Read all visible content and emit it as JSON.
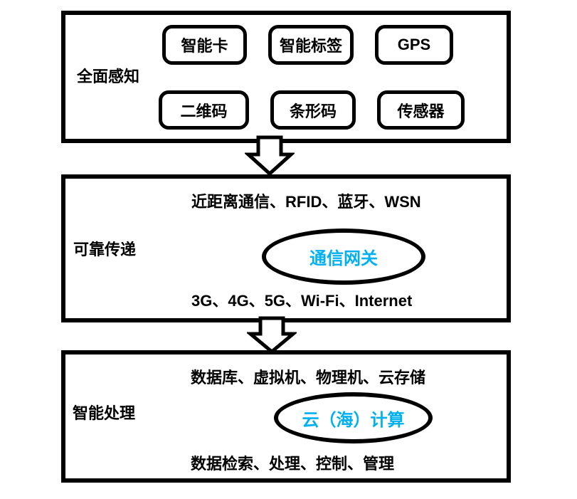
{
  "colors": {
    "accent_text": "#00B0F0",
    "line": "#000000",
    "background": "#FFFFFF"
  },
  "layers": [
    {
      "label": "全面感知",
      "items": [
        [
          "智能卡",
          "智能标签",
          "GPS"
        ],
        [
          "二维码",
          "条形码",
          "传感器"
        ]
      ]
    },
    {
      "label": "可靠传递",
      "top_text": "近距离通信、RFID、蓝牙、WSN",
      "ellipse_text": "通信网关",
      "bottom_text": "3G、4G、5G、Wi-Fi、Internet"
    },
    {
      "label": "智能处理",
      "top_text": "数据库、虚拟机、物理机、云存储",
      "ellipse_text": "云（海）计算",
      "bottom_text": "数据检索、处理、控制、管理"
    }
  ]
}
